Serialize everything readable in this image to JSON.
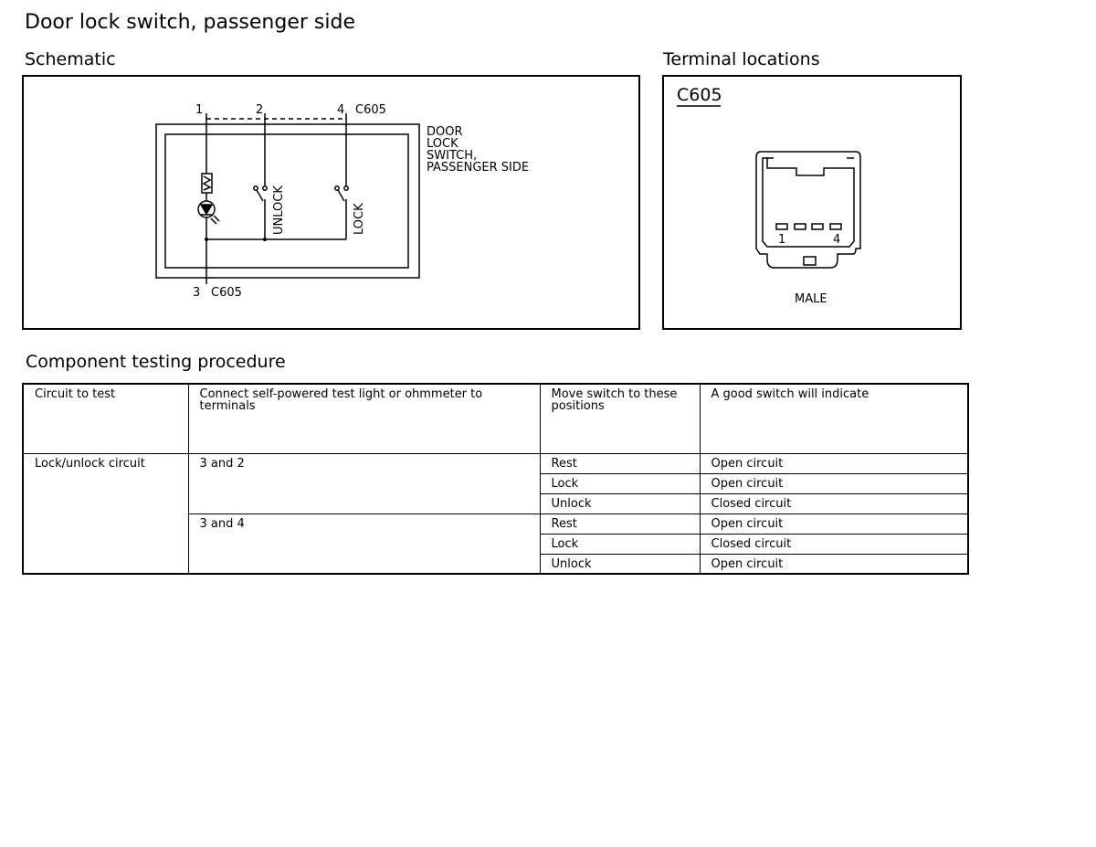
{
  "page_title": "Door lock switch, passenger side",
  "schematic": {
    "heading": "Schematic",
    "pin_labels": {
      "p1": "1",
      "p2": "2",
      "p4": "4",
      "p3": "3"
    },
    "connector_top": "C605",
    "connector_bottom": "C605",
    "component_label": [
      "DOOR",
      "LOCK",
      "SWITCH,",
      "PASSENGER SIDE"
    ],
    "unlock_label": "UNLOCK",
    "lock_label": "LOCK"
  },
  "terminals": {
    "heading": "Terminal locations",
    "connector_id": "C605",
    "pin_first": "1",
    "pin_last": "4",
    "gender": "MALE"
  },
  "procedure": {
    "heading": "Component testing procedure",
    "headers": {
      "circuit": "Circuit to test",
      "connect": "Connect self-powered test light or ohmmeter to terminals",
      "move": "Move switch to these positions",
      "indicate": "A good switch will indicate"
    },
    "circuit_name": "Lock/unlock circuit",
    "groups": [
      {
        "terminals": "3 and 2",
        "rows": [
          {
            "position": "Rest",
            "result": "Open circuit"
          },
          {
            "position": "Lock",
            "result": "Open circuit"
          },
          {
            "position": "Unlock",
            "result": "Closed circuit"
          }
        ]
      },
      {
        "terminals": "3 and 4",
        "rows": [
          {
            "position": "Rest",
            "result": "Open circuit"
          },
          {
            "position": "Lock",
            "result": "Closed circuit"
          },
          {
            "position": "Unlock",
            "result": "Open circuit"
          }
        ]
      }
    ]
  }
}
